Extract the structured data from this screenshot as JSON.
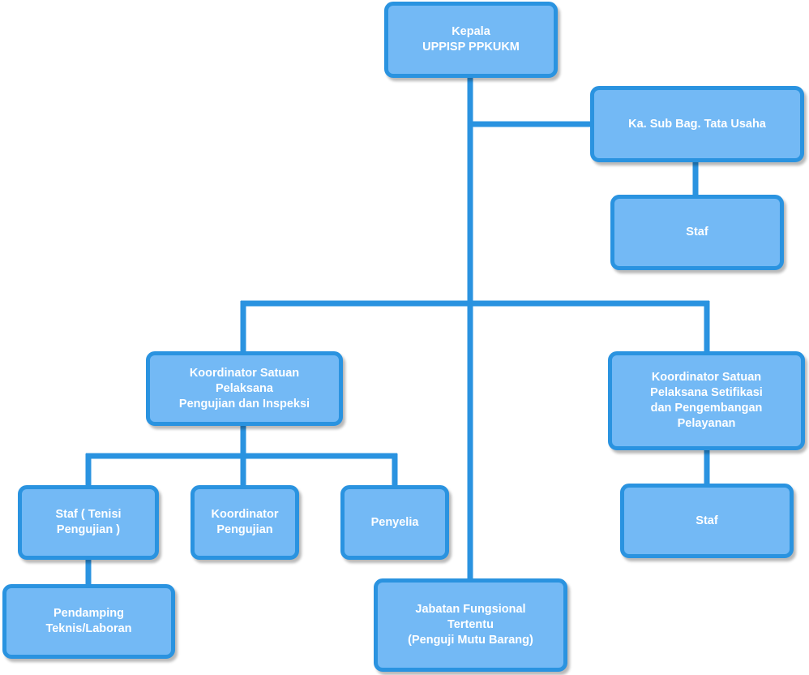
{
  "colors": {
    "box_fill": "#73b9f5",
    "box_border": "#2a93e0",
    "connector": "#2a93e0",
    "text": "#ffffff"
  },
  "nodes": {
    "kepala": "Kepala\nUPPISP PPKUKM",
    "tata_usaha": "Ka. Sub Bag. Tata Usaha",
    "staf_tata_usaha": "Staf",
    "koordinator_pengujian_inspeksi": "Koordinator Satuan\nPelaksana\nPengujian dan Inspeksi",
    "koordinator_setifikasi": "Koordinator Satuan\nPelaksana Setifikasi\ndan Pengembangan\nPelayanan",
    "staf_tenisi": "Staf ( Tenisi\nPengujian )",
    "koordinator_pengujian": "Koordinator\nPengujian",
    "penyelia": "Penyelia",
    "staf_setifikasi": "Staf",
    "pendamping": "Pendamping\nTeknis/Laboran",
    "jabatan_fungsional": "Jabatan Fungsional\nTertentu\n(Penguji Mutu Barang)"
  }
}
